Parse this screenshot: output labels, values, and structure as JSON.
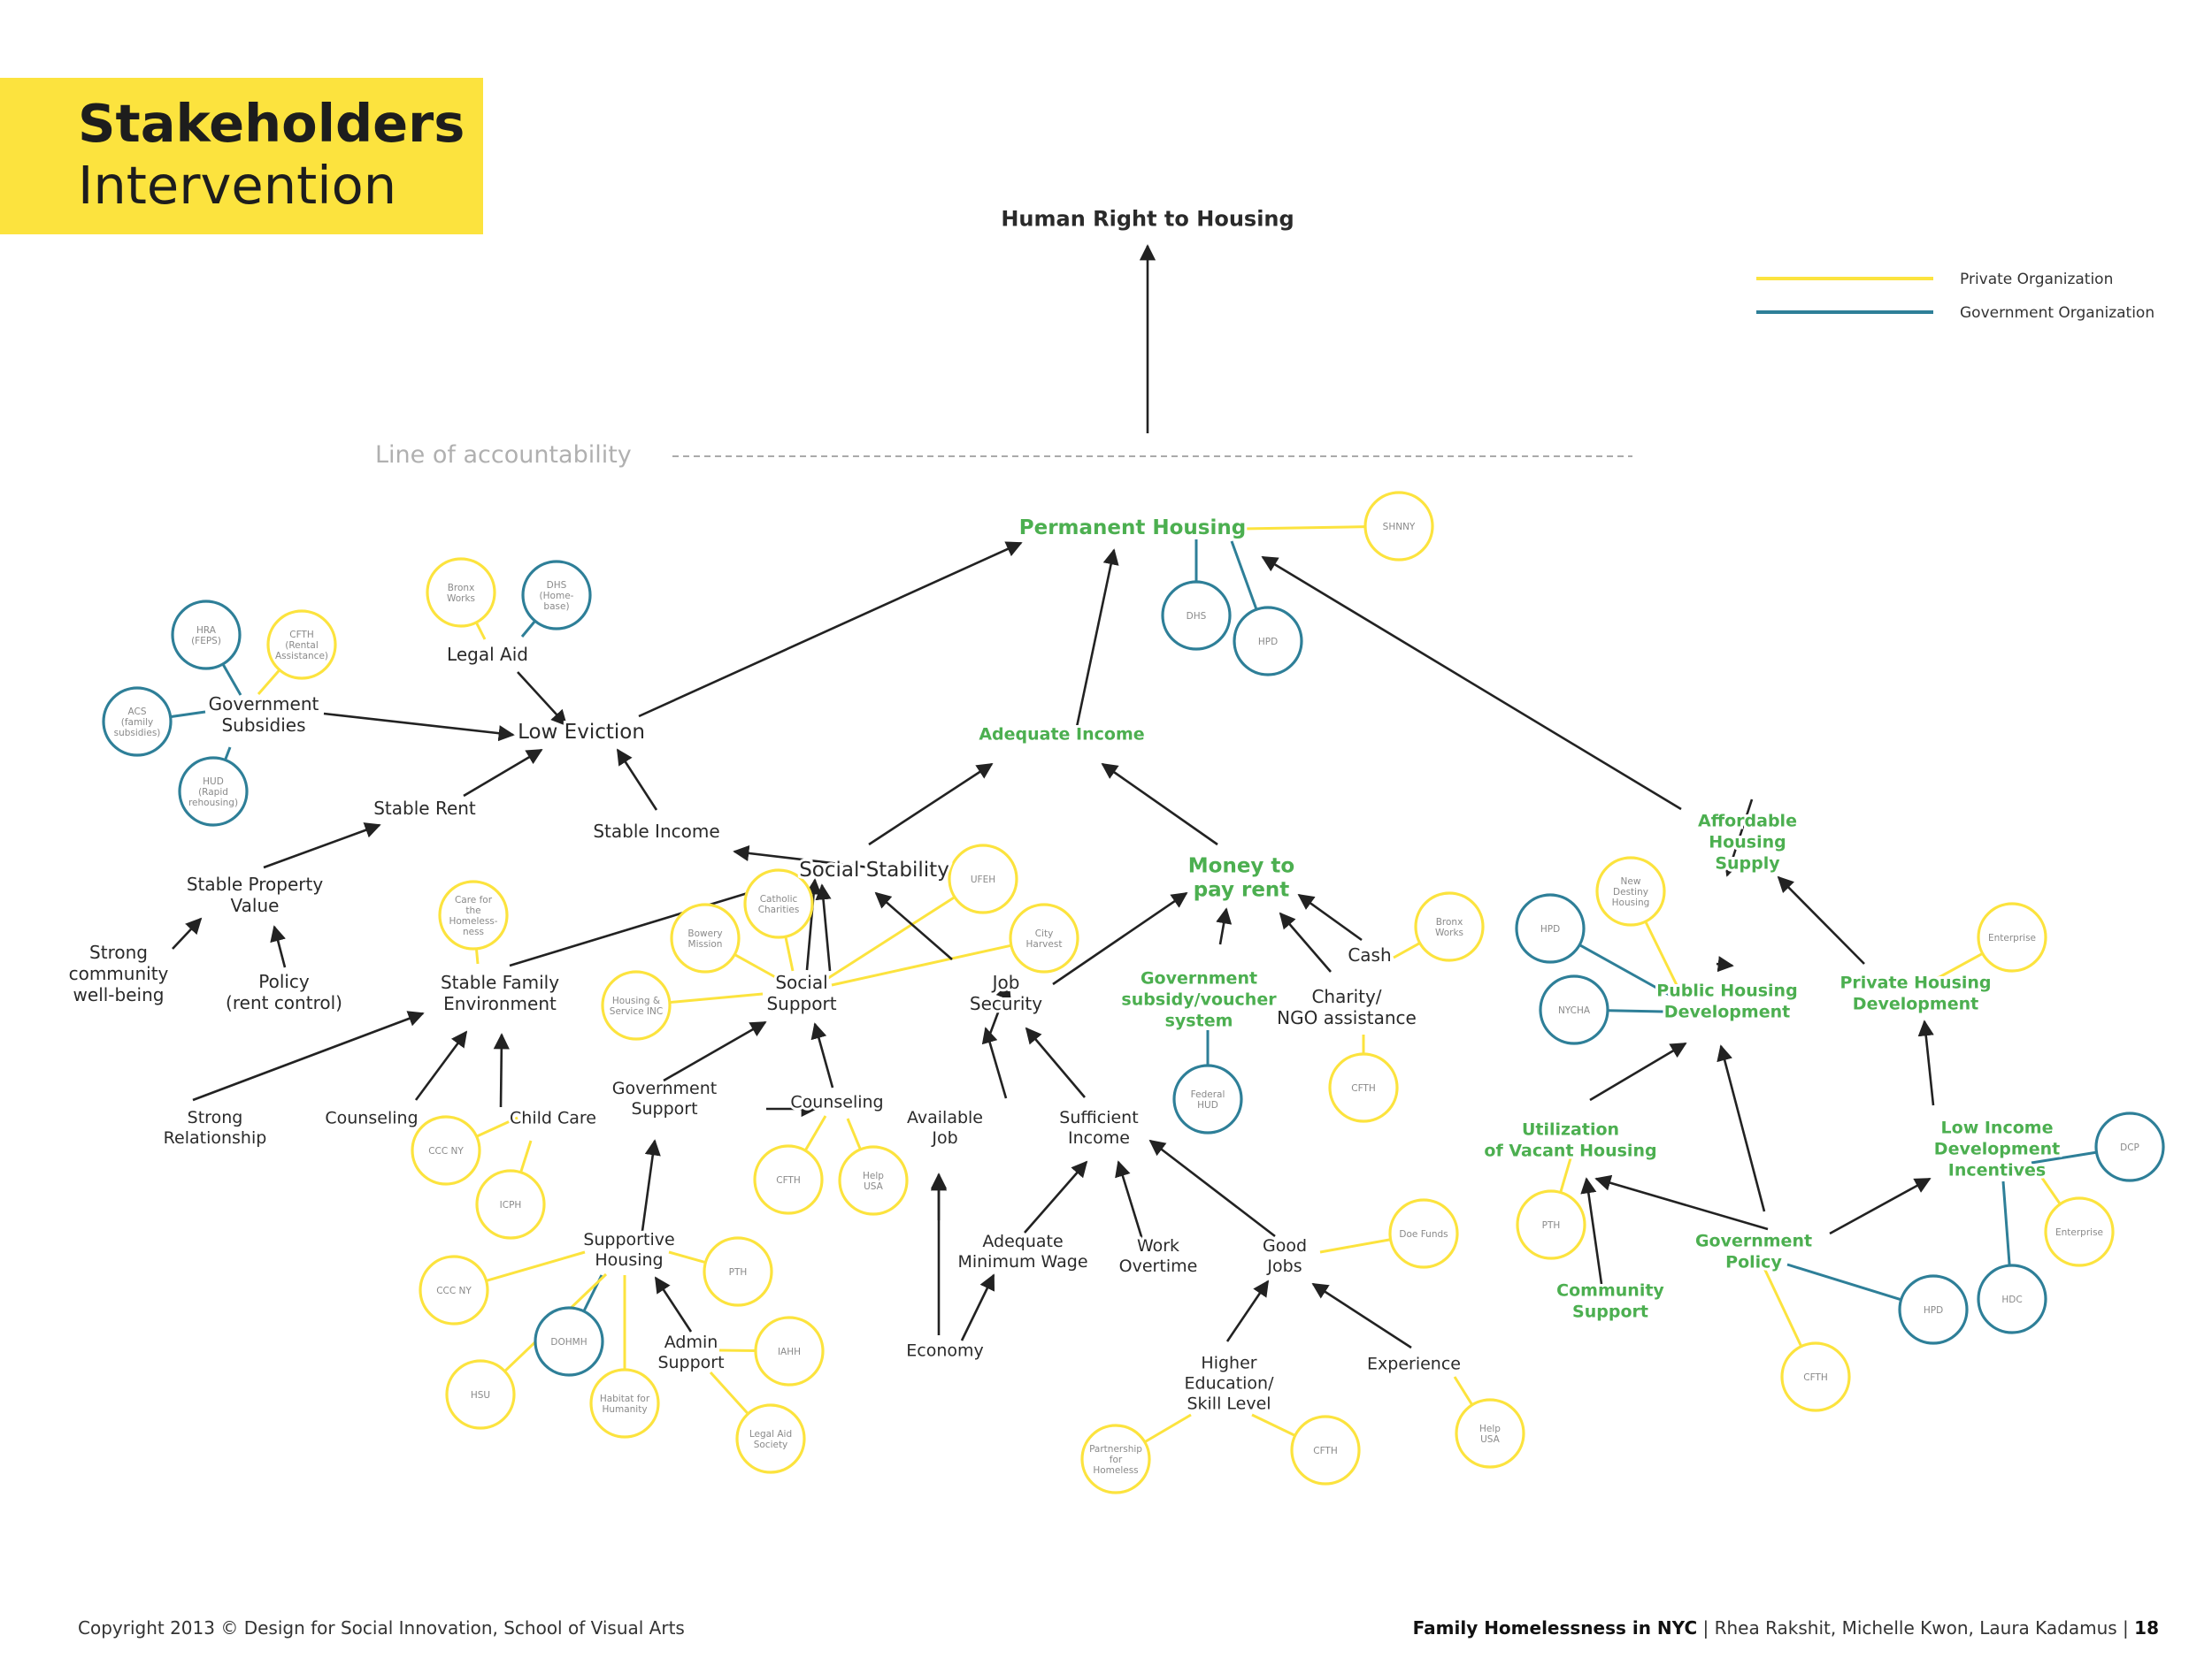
{
  "header": {
    "title_line1": "Stakeholders",
    "title_line2": "Intervention"
  },
  "footer": {
    "copyright": "Copyright 2013 © Design for Social Innovation, School of Visual Arts",
    "project": "Family Homelessness in NYC",
    "authors": "| Rhea Rakshit, Michelle Kwon, Laura Kadamus |",
    "page": "18"
  },
  "legend": {
    "private": "Private Organization",
    "government": "Government Organization"
  },
  "colors": {
    "private": "#fce33e",
    "government": "#2e7f98",
    "accent": "#4caf50",
    "text": "#2a2a2a",
    "accountability": "#aaaaaa"
  },
  "accountability_label": "Line of accountability",
  "nodes": [
    {
      "id": "human-right",
      "text": [
        "Human Right to Housing"
      ],
      "style": "bold"
    },
    {
      "id": "permanent-housing",
      "text": [
        "Permanent Housing"
      ],
      "style": "green-big"
    },
    {
      "id": "adequate-income",
      "text": [
        "Adequate Income"
      ],
      "style": "green"
    },
    {
      "id": "money-to-pay-rent",
      "text": [
        "Money to",
        "pay rent"
      ],
      "style": "green-big"
    },
    {
      "id": "affordable-housing-supply",
      "text": [
        "Affordable",
        "Housing",
        "Supply"
      ],
      "style": "green"
    },
    {
      "id": "public-housing-development",
      "text": [
        "Public Housing",
        "Development"
      ],
      "style": "green"
    },
    {
      "id": "private-housing-development",
      "text": [
        "Private Housing",
        "Development"
      ],
      "style": "green"
    },
    {
      "id": "government-subsidy-voucher",
      "text": [
        "Government",
        "subsidy/voucher",
        "system"
      ],
      "style": "green"
    },
    {
      "id": "utilization-vacant-housing",
      "text": [
        "Utilization",
        "of Vacant Housing"
      ],
      "style": "green"
    },
    {
      "id": "low-income-incentives",
      "text": [
        "Low Income",
        "Development",
        "Incentives"
      ],
      "style": "green"
    },
    {
      "id": "government-policy",
      "text": [
        "Government",
        "Policy"
      ],
      "style": "green"
    },
    {
      "id": "community-support",
      "text": [
        "Community",
        "Support"
      ],
      "style": "green"
    },
    {
      "id": "low-eviction",
      "text": [
        "Low Eviction"
      ],
      "style": "big"
    },
    {
      "id": "legal-aid",
      "text": [
        "Legal Aid"
      ],
      "style": "normal"
    },
    {
      "id": "government-subsidies",
      "text": [
        "Government",
        "Subsidies"
      ],
      "style": "normal"
    },
    {
      "id": "stable-rent",
      "text": [
        "Stable Rent"
      ],
      "style": "normal"
    },
    {
      "id": "stable-income",
      "text": [
        "Stable Income"
      ],
      "style": "normal"
    },
    {
      "id": "social-stability",
      "text": [
        "Social Stability"
      ],
      "style": "big"
    },
    {
      "id": "stable-property-value",
      "text": [
        "Stable Property",
        "Value"
      ],
      "style": "normal"
    },
    {
      "id": "strong-community",
      "text": [
        "Strong",
        "community",
        "well-being"
      ],
      "style": "normal"
    },
    {
      "id": "policy-rent-control",
      "text": [
        "Policy",
        "(rent control)"
      ],
      "style": "normal"
    },
    {
      "id": "stable-family-environment",
      "text": [
        "Stable Family",
        "Environment"
      ],
      "style": "normal"
    },
    {
      "id": "social-support",
      "text": [
        "Social",
        "Support"
      ],
      "style": "normal"
    },
    {
      "id": "job-security",
      "text": [
        "Job",
        "Security"
      ],
      "style": "normal"
    },
    {
      "id": "cash",
      "text": [
        "Cash"
      ],
      "style": "normal"
    },
    {
      "id": "charity-ngo",
      "text": [
        "Charity/",
        "NGO assistance"
      ],
      "style": "normal"
    },
    {
      "id": "strong-relationship",
      "text": [
        "Strong",
        "Relationship"
      ],
      "style": "small"
    },
    {
      "id": "counseling-left",
      "text": [
        "Counseling"
      ],
      "style": "small"
    },
    {
      "id": "child-care",
      "text": [
        "Child Care"
      ],
      "style": "small"
    },
    {
      "id": "government-support",
      "text": [
        "Government",
        "Support"
      ],
      "style": "small"
    },
    {
      "id": "counseling-mid",
      "text": [
        "Counseling"
      ],
      "style": "small"
    },
    {
      "id": "available-job",
      "text": [
        "Available",
        "Job"
      ],
      "style": "small"
    },
    {
      "id": "sufficient-income",
      "text": [
        "Sufficient",
        "Income"
      ],
      "style": "small"
    },
    {
      "id": "supportive-housing",
      "text": [
        "Supportive",
        "Housing"
      ],
      "style": "small"
    },
    {
      "id": "admin-support",
      "text": [
        "Admin",
        "Support"
      ],
      "style": "small"
    },
    {
      "id": "adequate-minimum-wage",
      "text": [
        "Adequate",
        "Minimum Wage"
      ],
      "style": "small"
    },
    {
      "id": "work-overtime",
      "text": [
        "Work",
        "Overtime"
      ],
      "style": "small"
    },
    {
      "id": "good-jobs",
      "text": [
        "Good",
        "Jobs"
      ],
      "style": "small"
    },
    {
      "id": "economy",
      "text": [
        "Economy"
      ],
      "style": "small"
    },
    {
      "id": "higher-education",
      "text": [
        "Higher",
        "Education/",
        "Skill Level"
      ],
      "style": "small"
    },
    {
      "id": "experience",
      "text": [
        "Experience"
      ],
      "style": "small"
    }
  ],
  "organizations": [
    {
      "id": "shnny",
      "text": [
        "SHNNY"
      ],
      "type": "private"
    },
    {
      "id": "dhs-perm",
      "text": [
        "DHS"
      ],
      "type": "government"
    },
    {
      "id": "hpd-perm",
      "text": [
        "HPD"
      ],
      "type": "government"
    },
    {
      "id": "bronx-works-legal",
      "text": [
        "Bronx",
        "Works"
      ],
      "type": "private"
    },
    {
      "id": "dhs-homebase",
      "text": [
        "DHS",
        "(Home-",
        "base)"
      ],
      "type": "government"
    },
    {
      "id": "hra-feps",
      "text": [
        "HRA",
        "(FEPS)"
      ],
      "type": "government"
    },
    {
      "id": "cfth-rental",
      "text": [
        "CFTH",
        "(Rental",
        "Assistance)"
      ],
      "type": "private"
    },
    {
      "id": "acs",
      "text": [
        "ACS",
        "(family",
        "subsidies)"
      ],
      "type": "government"
    },
    {
      "id": "hud-rapid",
      "text": [
        "HUD",
        "(Rapid",
        "rehousing)"
      ],
      "type": "government"
    },
    {
      "id": "care-for-homeless",
      "text": [
        "Care for",
        "the",
        "Homeless-",
        "ness"
      ],
      "type": "private"
    },
    {
      "id": "catholic-charities",
      "text": [
        "Catholic",
        "Charities"
      ],
      "type": "private"
    },
    {
      "id": "bowery-mission",
      "text": [
        "Bowery",
        "Mission"
      ],
      "type": "private"
    },
    {
      "id": "ufeh",
      "text": [
        "UFEH"
      ],
      "type": "private"
    },
    {
      "id": "city-harvest",
      "text": [
        "City",
        "Harvest"
      ],
      "type": "private"
    },
    {
      "id": "housing-service-inc",
      "text": [
        "Housing &",
        "Service INC"
      ],
      "type": "private"
    },
    {
      "id": "bronx-works-cash",
      "text": [
        "Bronx",
        "Works"
      ],
      "type": "private"
    },
    {
      "id": "federal-hud",
      "text": [
        "Federal",
        "HUD"
      ],
      "type": "government"
    },
    {
      "id": "cfth-charity",
      "text": [
        "CFTH"
      ],
      "type": "private"
    },
    {
      "id": "cccny-childcare",
      "text": [
        "CCC NY"
      ],
      "type": "private"
    },
    {
      "id": "icph",
      "text": [
        "ICPH"
      ],
      "type": "private"
    },
    {
      "id": "cfth-counseling",
      "text": [
        "CFTH"
      ],
      "type": "private"
    },
    {
      "id": "help-usa-counseling",
      "text": [
        "Help",
        "USA"
      ],
      "type": "private"
    },
    {
      "id": "cccny-supportive",
      "text": [
        "CCC NY"
      ],
      "type": "private"
    },
    {
      "id": "dohmh",
      "text": [
        "DOHMH"
      ],
      "type": "government"
    },
    {
      "id": "hsu",
      "text": [
        "HSU"
      ],
      "type": "private"
    },
    {
      "id": "habitat",
      "text": [
        "Habitat for",
        "Humanity"
      ],
      "type": "private"
    },
    {
      "id": "pth-supportive",
      "text": [
        "PTH"
      ],
      "type": "private"
    },
    {
      "id": "iahh",
      "text": [
        "IAHH"
      ],
      "type": "private"
    },
    {
      "id": "legal-aid-society",
      "text": [
        "Legal Aid",
        "Society"
      ],
      "type": "private"
    },
    {
      "id": "doe-funds",
      "text": [
        "Doe Funds"
      ],
      "type": "private"
    },
    {
      "id": "help-usa-experience",
      "text": [
        "Help",
        "USA"
      ],
      "type": "private"
    },
    {
      "id": "partnership-homeless",
      "text": [
        "Partnership",
        "for",
        "Homeless"
      ],
      "type": "private"
    },
    {
      "id": "cfth-education",
      "text": [
        "CFTH"
      ],
      "type": "private"
    },
    {
      "id": "hpd-public",
      "text": [
        "HPD"
      ],
      "type": "government"
    },
    {
      "id": "new-destiny",
      "text": [
        "New",
        "Destiny",
        "Housing"
      ],
      "type": "private"
    },
    {
      "id": "nycha",
      "text": [
        "NYCHA"
      ],
      "type": "government"
    },
    {
      "id": "enterprise-private",
      "text": [
        "Enterprise"
      ],
      "type": "private"
    },
    {
      "id": "pth-vacant",
      "text": [
        "PTH"
      ],
      "type": "private"
    },
    {
      "id": "cfth-policy",
      "text": [
        "CFTH"
      ],
      "type": "private"
    },
    {
      "id": "hpd-policy",
      "text": [
        "HPD"
      ],
      "type": "government"
    },
    {
      "id": "hdc",
      "text": [
        "HDC"
      ],
      "type": "government"
    },
    {
      "id": "dcp",
      "text": [
        "DCP"
      ],
      "type": "government"
    },
    {
      "id": "enterprise-incentives",
      "text": [
        "Enterprise"
      ],
      "type": "private"
    }
  ]
}
